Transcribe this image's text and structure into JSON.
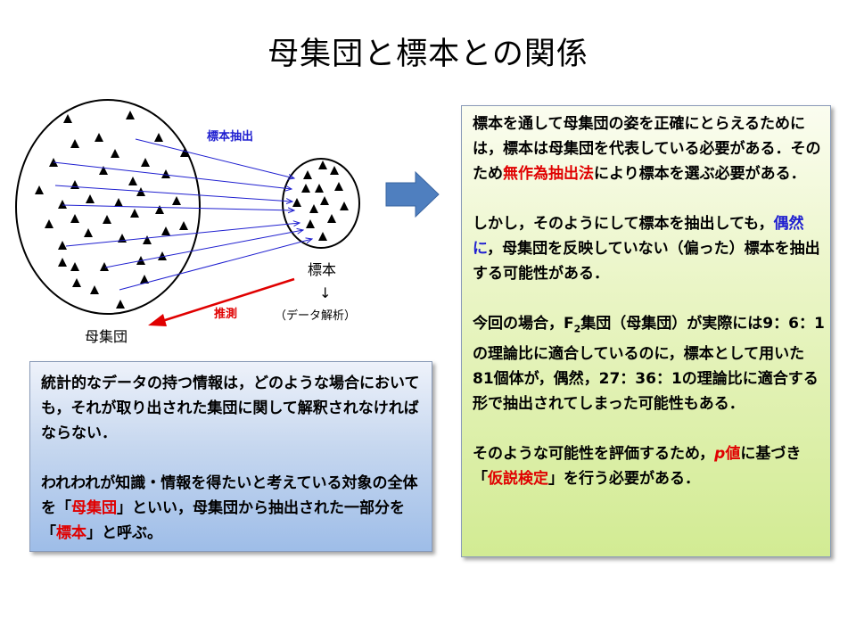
{
  "title": "母集団と標本との関係",
  "diagram": {
    "population_label": "母集団",
    "sample_label": "標本",
    "down_arrow": "↓",
    "analysis_label": "（データ解析）",
    "extraction_label": "標本抽出",
    "inference_label": "推測",
    "colors": {
      "extraction": "#2020d0",
      "inference": "#e00000",
      "block_arrow": "#4f7fbf"
    }
  },
  "left_box": {
    "p1": "統計的なデータの持つ情報は，どのような場合においても，それが取り出された集団に関して解釈されなければならない．",
    "p2_a": "われわれが知識・情報を得たいと考えている対象の全体を「",
    "p2_term1": "母集団",
    "p2_b": "」といい，母集団から抽出された一部分を「",
    "p2_term2": "標本",
    "p2_c": "」と呼ぶ。"
  },
  "right_box": {
    "p1_a": "標本を通して母集団の姿を正確にとらえるためには，標本は母集団を代表している必要がある．そのため",
    "p1_term": "無作為抽出法",
    "p1_b": "により標本を選ぶ必要がある．",
    "p2_a": "しかし，そのようにして標本を抽出しても，",
    "p2_term": "偶然に",
    "p2_b": "，母集団を反映していない（偏った）標本を抽出する可能性がある．",
    "p3_a": "今回の場合，F",
    "p3_sub": "2",
    "p3_b": "集団（母集団）が実際には9：6：1の理論比に適合しているのに，標本として用いた81個体が，偶然，27：36：1の理論比に適合する形で抽出されてしまった可能性もある．",
    "p4_a": "そのような可能性を評価するため，",
    "p4_p": "p",
    "p4_val": "値",
    "p4_b": "に基づき「",
    "p4_term": "仮説検定",
    "p4_c": "」を行う必要がある．"
  }
}
